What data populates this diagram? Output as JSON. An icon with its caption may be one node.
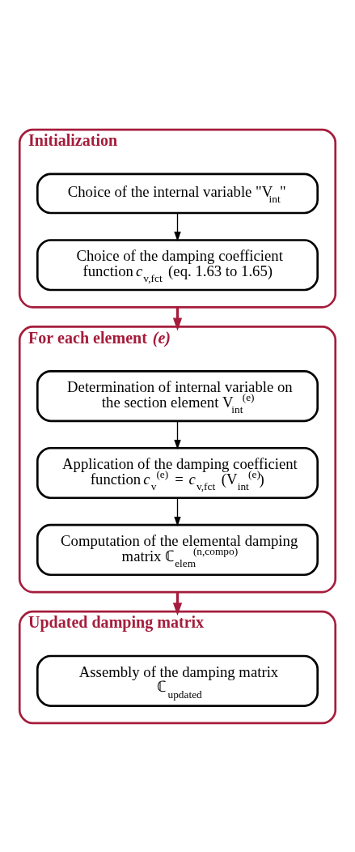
{
  "diagram": {
    "nodes": [
      {
        "text": [
          "Initialization"
        ]
      },
      {
        "text": [
          "Choice of the internal variable \"V$_{int}$\""
        ],
        "in": 0
      },
      {
        "text": [
          "Choice of the damping coefficient function *c*$_{v,fct}$ (eq. 1.63 to 1.65)"
        ],
        "in": 0
      },
      {
        "text": [
          "For each element *(e)*"
        ]
      },
      {
        "text": [
          "Determination of internal variable on the section element V$_{int}$$^{(e)}$"
        ],
        "in": 3
      },
      {
        "text": [
          "Application of the damping coefficient function *c*$_{v}$$^{(e)}$ = *c*$_{v,fct}$ (V$_{int}$$^{(e)}$)"
        ],
        "in": 3
      },
      {
        "text": [
          "Computation of the elemental damping matrix ℂ$_{elem}$$^{(n,compo)}$"
        ],
        "in": 3
      },
      {
        "text": [
          "Updated damping matrix"
        ]
      },
      {
        "text": [
          "Assembly of the damping matrix ℂ$_{updated}$"
        ],
        "in": 7
      }
    ],
    "edges": [
      {
        "from": 1,
        "to": 2,
        "arrow": "to"
      },
      {
        "from": 0,
        "to": 3,
        "arrow": "to",
        "style": "thick",
        "color": "#a51d3c"
      },
      {
        "from": 4,
        "to": 5,
        "arrow": "to"
      },
      {
        "from": 5,
        "to": 6,
        "arrow": "to"
      },
      {
        "from": 3,
        "to": 7,
        "arrow": "to",
        "style": "thick",
        "color": "#a51d3c"
      }
    ]
  }
}
